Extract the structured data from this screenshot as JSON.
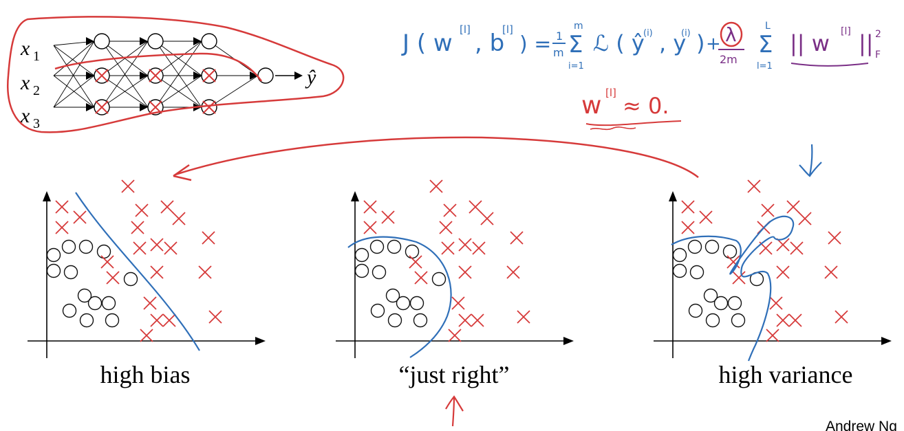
{
  "network": {
    "inputs": [
      "x",
      "x",
      "x"
    ],
    "input_subscripts": [
      "1",
      "2",
      "3"
    ],
    "output": "ŷ"
  },
  "annotations": {
    "cost_lhs": "J ( w",
    "cost_lhs_sup": "[l]",
    "cost_b": ", b",
    "cost_b_sup": "[l]",
    "cost_eq": ") =",
    "frac_num_1": "1",
    "frac_den_1": "m",
    "sum_upper_1": "m",
    "sum_lower_1": "i=1",
    "loss": "ℒ ( ŷ",
    "loss_sup_1": "(i)",
    "loss_y": ", y",
    "loss_sup_2": "(i)",
    "loss_close": ")",
    "plus": "+",
    "lambda": "λ",
    "frac_den_2": "2m",
    "sum_upper_2": "L",
    "sum_lower_2": "l=1",
    "norm": "|| w",
    "norm_sup": "[l]",
    "norm_close": "||",
    "norm_sup2": "2",
    "norm_sub": "F",
    "approx_w": "w",
    "approx_sup": "[l]",
    "approx_rest": "≈ 0."
  },
  "plots": [
    {
      "label": "high bias"
    },
    {
      "label": "“just right”"
    },
    {
      "label": "high variance"
    }
  ],
  "footer": {
    "author": "Andrew Ng"
  },
  "colors": {
    "red": "#d63a3a",
    "blue": "#2f6fb8",
    "black": "#000000"
  }
}
